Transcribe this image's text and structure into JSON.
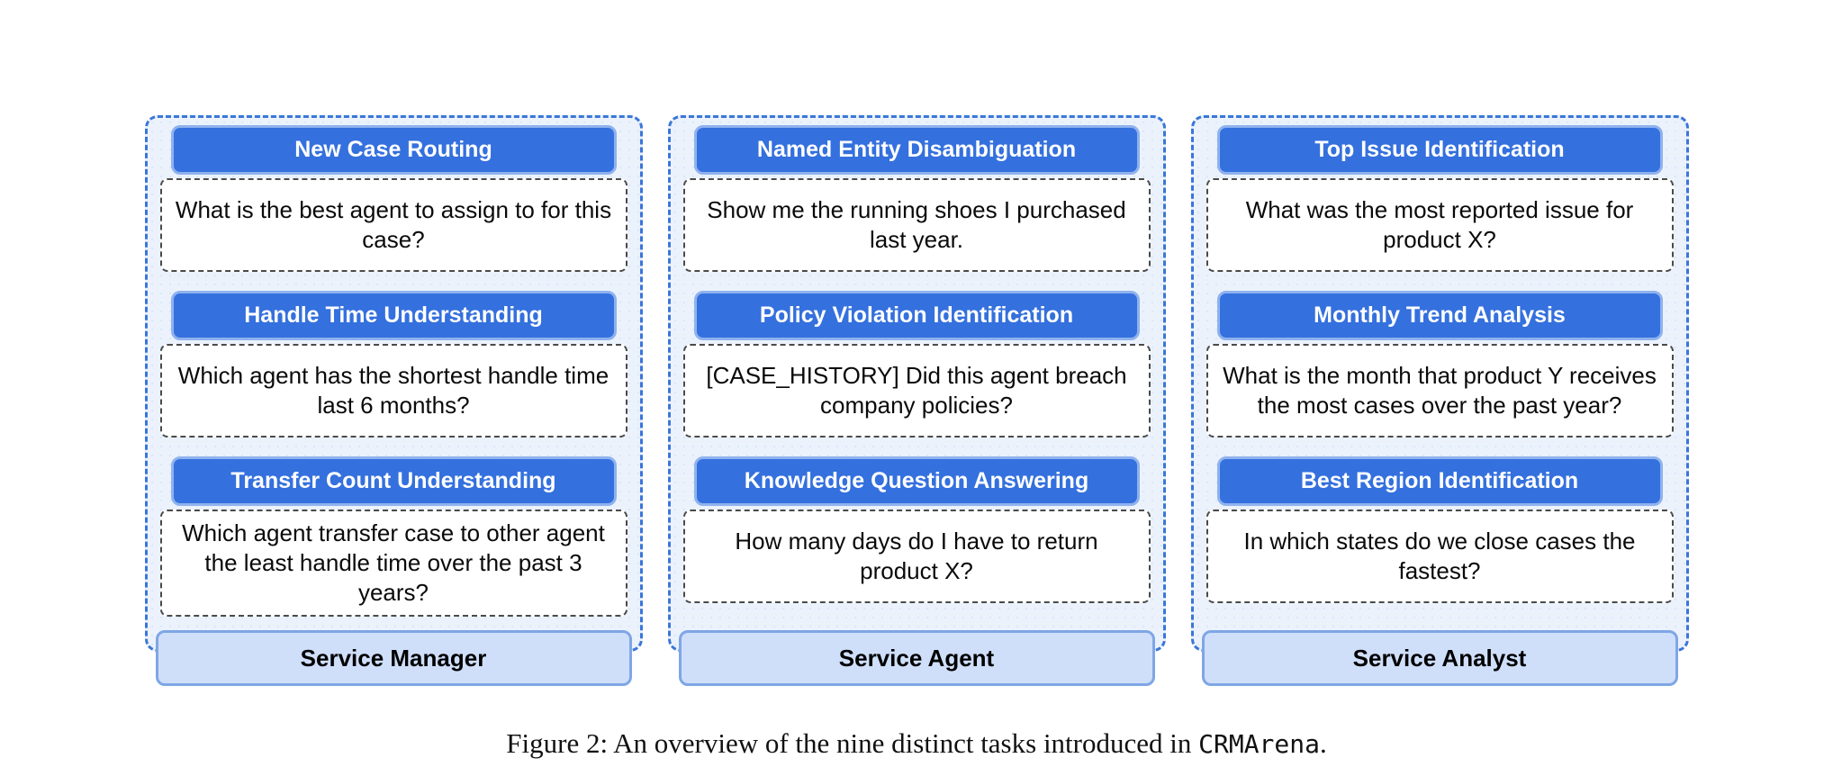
{
  "figure": {
    "columns": [
      {
        "role": "Service Manager",
        "tasks": [
          {
            "title": "New Case Routing",
            "question": "What is the best agent to assign to for this case?"
          },
          {
            "title": "Handle Time Understanding",
            "question": "Which agent has the shortest handle time last 6 months?"
          },
          {
            "title": "Transfer Count Understanding",
            "question": "Which agent transfer case to other agent the least handle time over the past 3 years?"
          }
        ]
      },
      {
        "role": "Service Agent",
        "tasks": [
          {
            "title": "Named Entity Disambiguation",
            "question": "Show me the running shoes I purchased last year."
          },
          {
            "title": "Policy Violation Identification",
            "question": "[CASE_HISTORY] Did this agent breach company policies?"
          },
          {
            "title": "Knowledge Question Answering",
            "question": "How many days do I have to return product X?"
          }
        ]
      },
      {
        "role": "Service Analyst",
        "tasks": [
          {
            "title": "Top Issue Identification",
            "question": "What was the most reported issue for product X?"
          },
          {
            "title": "Monthly Trend Analysis",
            "question": "What is the month that product Y receives the most cases over the past year?"
          },
          {
            "title": "Best Region Identification",
            "question": "In which states do we close cases the fastest?"
          }
        ]
      }
    ]
  },
  "caption": {
    "figure_label": "Figure 2:",
    "text_before_code": " An overview of the nine distinct tasks introduced in ",
    "code": "CRMArena",
    "text_after_code": "."
  },
  "colors": {
    "task_header_fill": "#3470de",
    "task_header_ring": "#8fb2ee",
    "panel_fill": "#ebf2fc",
    "panel_dashed_border": "#3a76d9",
    "question_box_border": "#4a4a4a",
    "role_bar_fill": "#cfdffa",
    "role_bar_border": "#7fa6e6",
    "header_text": "#ffffff",
    "body_text": "#0a0a0a"
  }
}
